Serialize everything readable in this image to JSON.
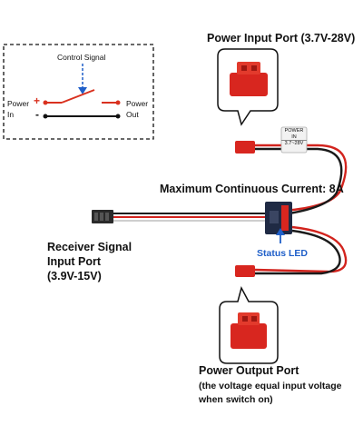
{
  "schematic": {
    "control_signal": "Control Signal",
    "power_in": "Power\nIn",
    "power_out": "Power\nOut",
    "plus": "+",
    "minus": "-"
  },
  "labels": {
    "power_input_port": "Power Input Port (3.7V-28V)",
    "max_current": "Maximum Continuous Current: 8A",
    "receiver_line1": "Receiver Signal",
    "receiver_line2": "Input Port",
    "receiver_line3": "(3.9V-15V)",
    "status_led": "Status LED",
    "power_output_port": "Power Output Port",
    "output_note_line1": "(the voltage equal input voltage",
    "output_note_line2": "when switch on)"
  },
  "wire_tag": {
    "line1": "POWER",
    "line2": "IN",
    "line3": "3.7~28V"
  },
  "colors": {
    "wire_red": "#d2231d",
    "wire_black": "#1a1a1a",
    "connector_red": "#d8261f",
    "board_blue": "#1f2a44",
    "led_arrow_blue": "#1f5fc9",
    "schematic_red": "#d9311f"
  }
}
